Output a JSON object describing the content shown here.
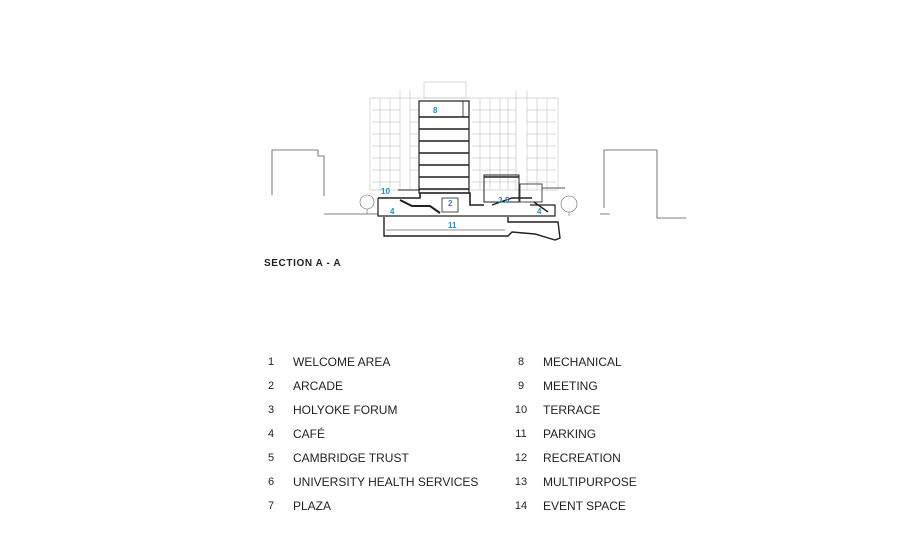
{
  "section_title": "SECTION A - A",
  "drawing_labels": [
    "8",
    "10",
    "4",
    "2",
    "3",
    "5",
    "4",
    "11"
  ],
  "legend_left": [
    {
      "num": "1",
      "label": "WELCOME AREA"
    },
    {
      "num": "2",
      "label": "ARCADE"
    },
    {
      "num": "3",
      "label": "HOLYOKE FORUM"
    },
    {
      "num": "4",
      "label": "CAFÉ"
    },
    {
      "num": "5",
      "label": "CAMBRIDGE TRUST"
    },
    {
      "num": "6",
      "label": "UNIVERSITY HEALTH SERVICES"
    },
    {
      "num": "7",
      "label": "PLAZA"
    }
  ],
  "legend_right": [
    {
      "num": "8",
      "label": "MECHANICAL"
    },
    {
      "num": "9",
      "label": "MEETING"
    },
    {
      "num": "10",
      "label": "TERRACE"
    },
    {
      "num": "11",
      "label": "PARKING"
    },
    {
      "num": "12",
      "label": "RECREATION"
    },
    {
      "num": "13",
      "label": "MULTIPURPOSE"
    },
    {
      "num": "14",
      "label": "EVENT SPACE"
    }
  ],
  "colors": {
    "line": "#231f20",
    "light_line": "#9a9a9a",
    "label": "#2a8bbf"
  }
}
